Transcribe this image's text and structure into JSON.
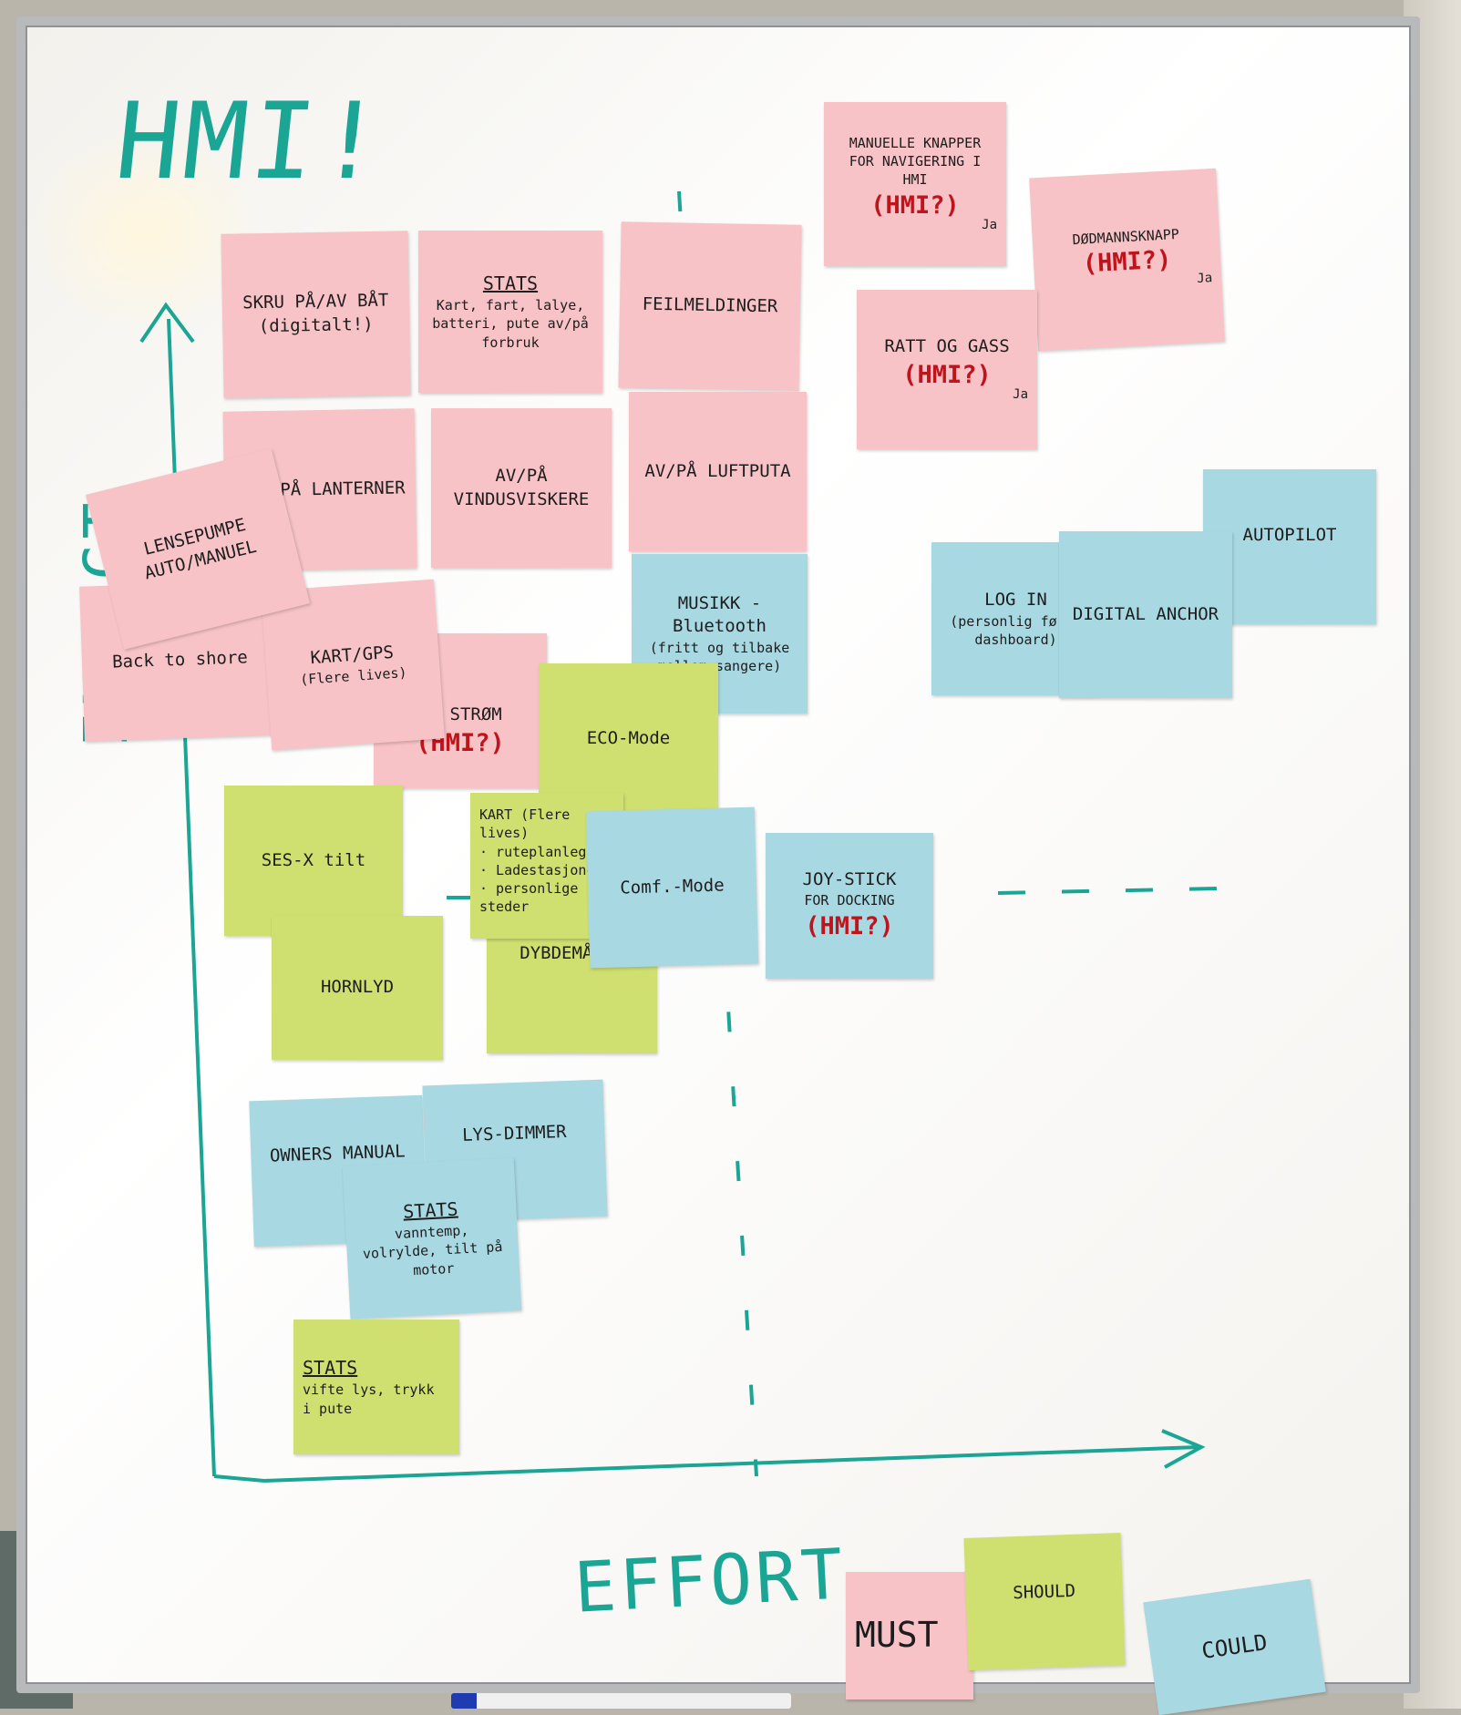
{
  "board": {
    "title": "HMI!",
    "y_axis_label": "IMPACT",
    "x_axis_label": "EFFORT"
  },
  "notes": {
    "skru": "SKRU PÅ/AV BÅT",
    "skru_sub": "(digitalt!)",
    "stats1_title": "STATS",
    "stats1_body": "Kart, fart, lalye, batteri, pute av/på forbruk",
    "feilmeldinger": "FEILMELDINGER",
    "manuelle": "MANUELLE KNAPPER FOR NAVIGERING I HMI",
    "manuelle_hmi": "(HMI?)",
    "manuelle_ja": "Ja",
    "dodmann": "DØDMANNSKNAPP",
    "dodmann_hmi": "(HMI?)",
    "dodmann_ja": "Ja",
    "ratt": "RATT OG GASS",
    "ratt_hmi": "(HMI?)",
    "ratt_ja": "Ja",
    "lanterner": "PÅ LANTERNER",
    "vindusvisker": "AV/PÅ VINDUSVISKERE",
    "luftputa": "AV/PÅ LUFTPUTA",
    "lensepumpe": "LENSEPUMPE AUTO/MANUEL",
    "back_to_shore": "Back to shore",
    "kart_gps": "KART/GPS",
    "kart_gps_sub": "(Flere lives)",
    "strom": "PÅ STRØM",
    "strom_hmi": "(HMI?)",
    "musikk": "MUSIKK - Bluetooth",
    "musikk_sub": "(fritt og tilbake mellom sangere)",
    "autopilot": "AUTOPILOT",
    "login": "LOG IN",
    "login_sub": "(personlig fører dashboard)",
    "digital_anchor": "DIGITAL ANCHOR",
    "eco_mode": "ECO-Mode",
    "ses": "SES-X tilt",
    "kart2": "KART (Flere lives)",
    "kart2_lines": "· ruteplanlegger · Ladestasjoner · personlige steder",
    "comfort_mode": "Comf.-Mode",
    "joystick": "JOY-STICK",
    "joystick_sub": "FOR DOCKING",
    "joystick_hmi": "(HMI?)",
    "hornlyd": "HORNLYD",
    "dybdemaler": "DYBDEMÅLER",
    "owners_manual": "OWNERS MANUAL",
    "lys_dimmer": "LYS-DIMMER",
    "stats2_title": "STATS",
    "stats2_body": "vanntemp, volrylde, tilt på motor",
    "stats3_title": "STATS",
    "stats3_body": "vifte lys, trykk i pute"
  },
  "legend": {
    "must": "MUST",
    "should": "SHOULD",
    "could": "COULD"
  },
  "colors": {
    "must_pink": "#f7c3c6",
    "should_green": "#cfe070",
    "could_blue": "#a8d8e2",
    "marker_teal": "#1aa595",
    "hmi_red": "#c0141c"
  }
}
